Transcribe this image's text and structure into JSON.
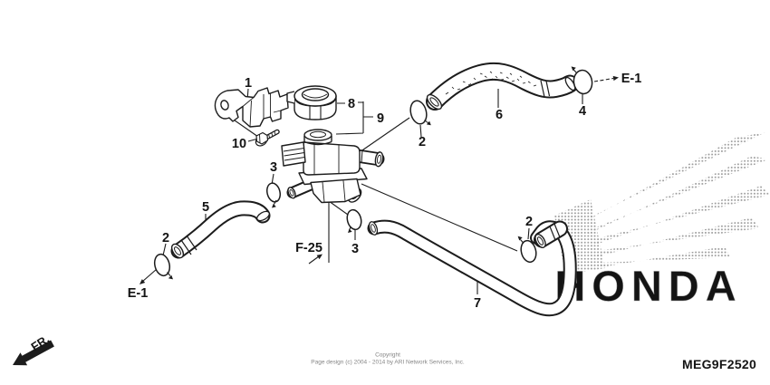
{
  "diagram": {
    "code": "MEG9F2520",
    "watermark_text": "HONDA",
    "front_label": "FR.",
    "copyright": {
      "line1": "Copyright",
      "line2": "Page design (c) 2004 - 2014 by ARI Network Services, Inc."
    },
    "ink_color": "#1c1c1c",
    "watermark_color": "#9c9c9c",
    "callouts": [
      {
        "label": "1"
      },
      {
        "label": "10"
      },
      {
        "label": "8"
      },
      {
        "label": "9"
      },
      {
        "label": "2"
      },
      {
        "label": "6"
      },
      {
        "label": "4"
      },
      {
        "label": "2"
      },
      {
        "label": "5"
      },
      {
        "label": "3"
      },
      {
        "label": "3"
      },
      {
        "label": "2"
      },
      {
        "label": "7"
      }
    ],
    "refs": [
      {
        "label": "E-1"
      },
      {
        "label": "E-1"
      },
      {
        "label": "F-25"
      }
    ]
  }
}
